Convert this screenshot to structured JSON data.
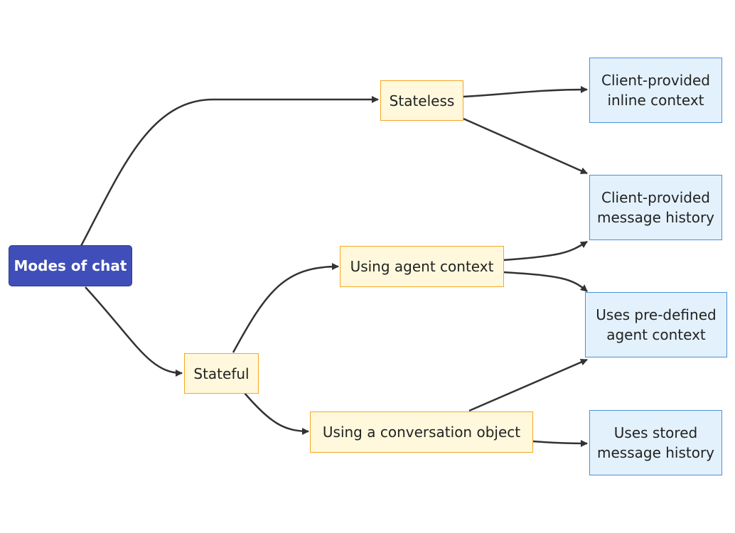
{
  "diagram": {
    "nodes": {
      "root": "Modes of chat",
      "stateless": "Stateless",
      "stateful": "Stateful",
      "agent_context": "Using agent context",
      "conversation_object": "Using a conversation object",
      "inline_context": "Client-provided\ninline context",
      "message_history": "Client-provided\nmessage history",
      "predefined_context": "Uses pre-defined\nagent context",
      "stored_history": "Uses stored\nmessage history"
    },
    "colors": {
      "root_fill": "#3f4eb8",
      "mode_fill": "#fff8dc",
      "mode_border": "#f5a623",
      "outcome_fill": "#e3f1fc",
      "outcome_border": "#4a90d9",
      "edge": "#333333"
    }
  }
}
